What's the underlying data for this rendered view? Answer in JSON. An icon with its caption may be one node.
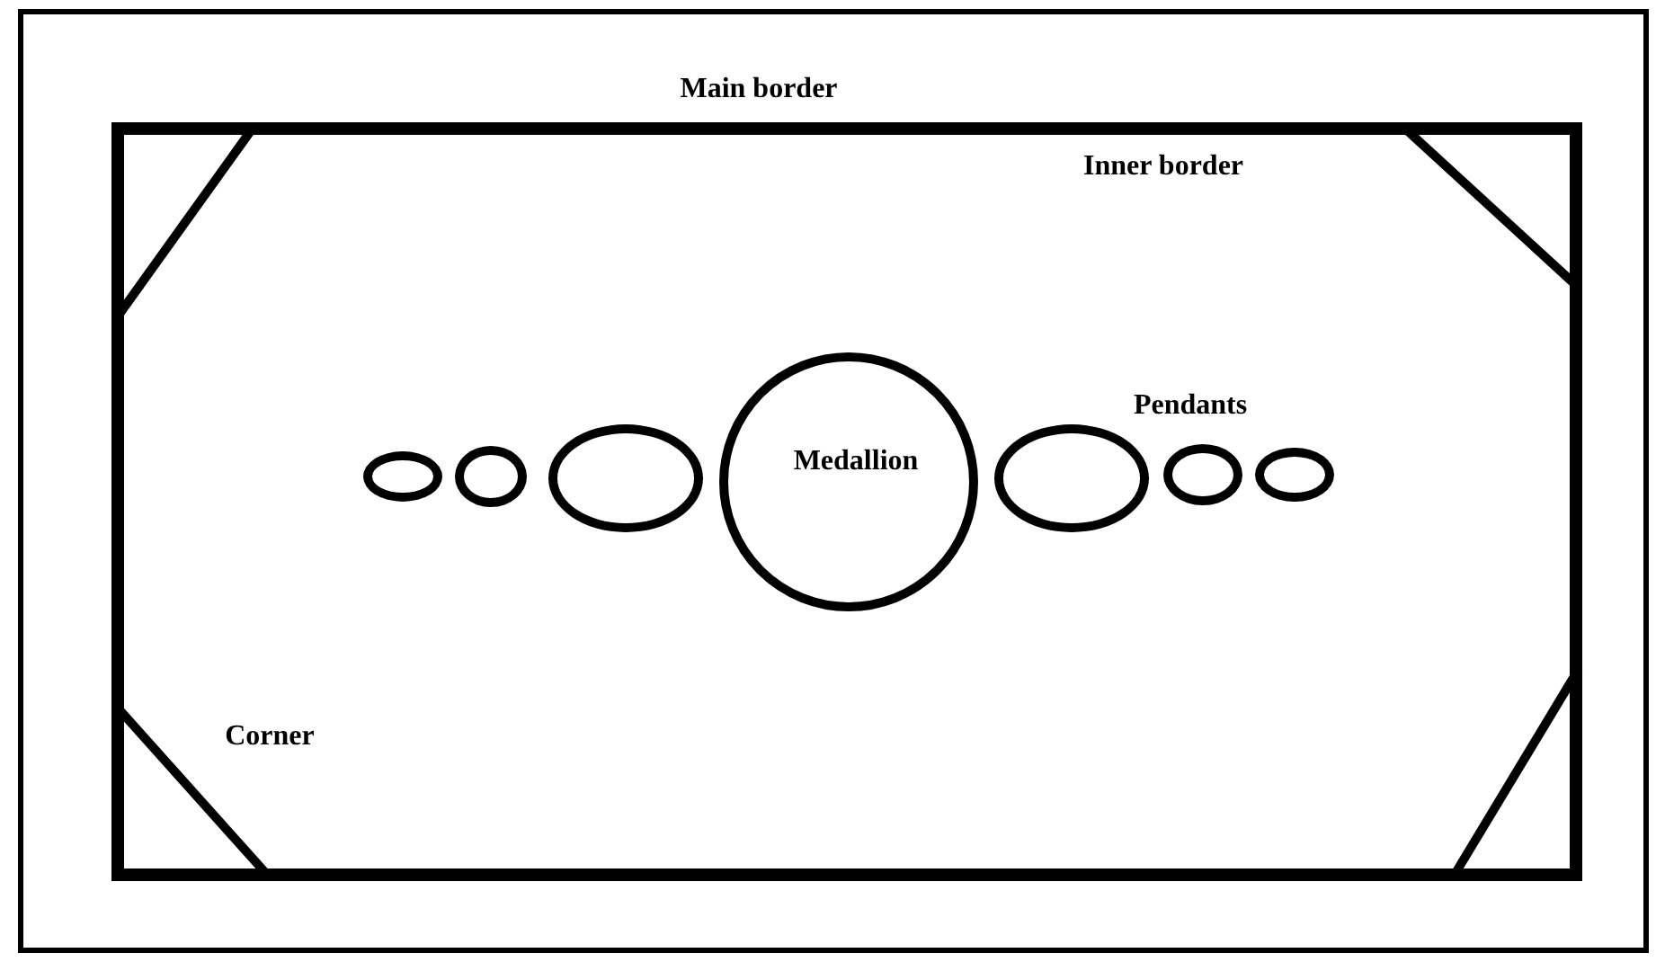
{
  "diagram": {
    "nodes": [
      {
        "text": [
          "Main border"
        ]
      },
      {
        "text": [
          "Inner border"
        ],
        "in": 0
      },
      {
        "text": [],
        "shape": "ellipse",
        "in": 1
      },
      {
        "text": [],
        "shape": "ellipse",
        "in": 1
      },
      {
        "text": [],
        "shape": "ellipse",
        "in": 1
      },
      {
        "text": [
          "Medallion"
        ],
        "in": 1
      },
      {
        "text": [],
        "shape": "ellipse",
        "in": 1
      },
      {
        "text": [],
        "shape": "ellipse",
        "in": 1
      },
      {
        "text": [],
        "shape": "ellipse",
        "in": 1
      }
    ],
    "edges": [],
    "labels": [
      "Pendants",
      "Corner"
    ]
  }
}
